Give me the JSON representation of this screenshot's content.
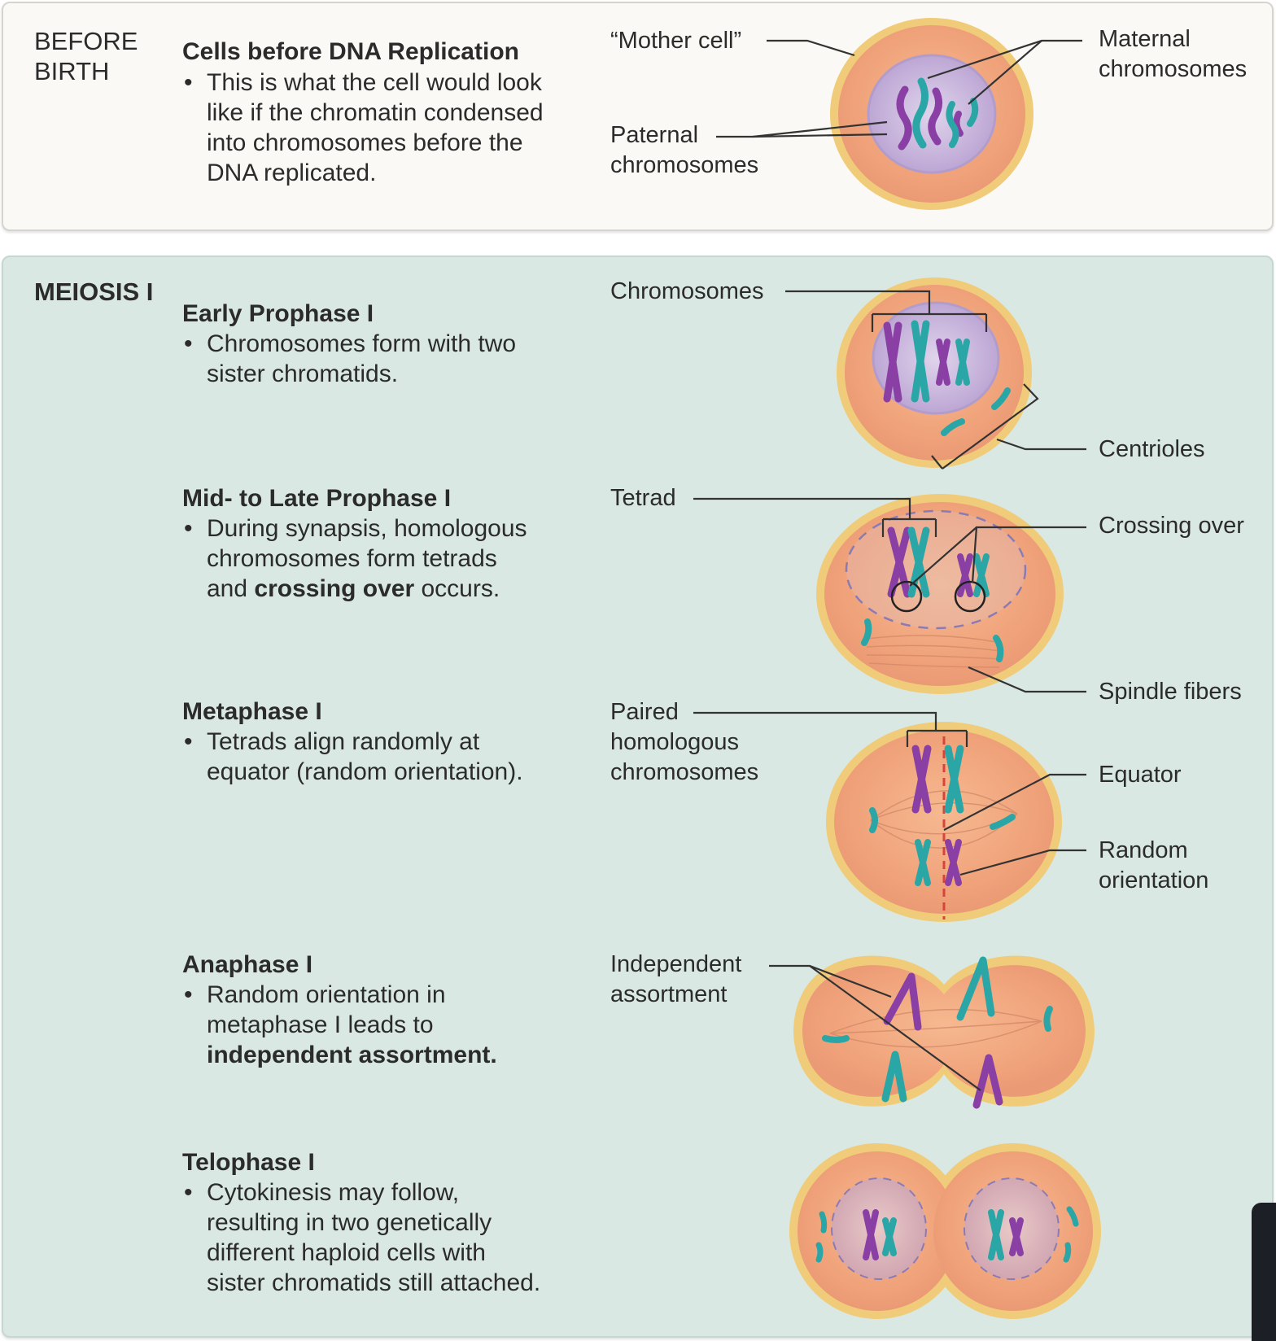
{
  "before": {
    "section": "BEFORE BIRTH",
    "title": "Cells before DNA Replication",
    "lines": [
      "This is what the cell would look",
      "like if the chromatin condensed",
      "into chromosomes before the",
      "DNA replicated."
    ],
    "label_mother": "“Mother cell”",
    "label_maternal": [
      "Maternal",
      "chromosomes"
    ],
    "label_paternal": [
      "Paternal",
      "chromosomes"
    ]
  },
  "meiosis": {
    "section": "MEIOSIS I",
    "early": {
      "title": "Early Prophase I",
      "lines": [
        "Chromosomes form with two",
        "sister chromatids."
      ],
      "label_chromosomes": "Chromosomes",
      "label_centrioles": "Centrioles"
    },
    "mid": {
      "title": "Mid- to Late Prophase I",
      "lines_plain": [
        "During synapsis, homologous",
        "chromosomes form tetrads"
      ],
      "line3_pre": "and ",
      "line3_bold": "crossing over",
      "line3_post": " occurs.",
      "label_tetrad": "Tetrad",
      "label_crossing": "Crossing over",
      "label_spindle": "Spindle fibers"
    },
    "metaphase": {
      "title": "Metaphase I",
      "lines": [
        "Tetrads align randomly at",
        "equator (random orientation)."
      ],
      "label_paired": [
        "Paired",
        "homologous",
        "chromosomes"
      ],
      "label_equator": "Equator",
      "label_random": [
        "Random",
        "orientation"
      ]
    },
    "anaphase": {
      "title": "Anaphase I",
      "lines": [
        "Random orientation in",
        "metaphase I leads to"
      ],
      "line_bold": "independent assortment.",
      "label_independent": [
        "Independent",
        "assortment"
      ]
    },
    "telophase": {
      "title": "Telophase I",
      "lines": [
        "Cytokinesis may follow,",
        "resulting in two genetically",
        "different haploid cells with",
        "sister chromatids still attached."
      ]
    }
  },
  "colors": {
    "cell_fill": "#f2a97d",
    "membrane": "#f0cc7a",
    "nucleus": "#c9b7d9",
    "maternal_chromosome": "#2aa6a6",
    "paternal_chromosome": "#8a3fa5",
    "panel_before": "#fbf9f6",
    "panel_meiosis": "#d9e8e2"
  }
}
